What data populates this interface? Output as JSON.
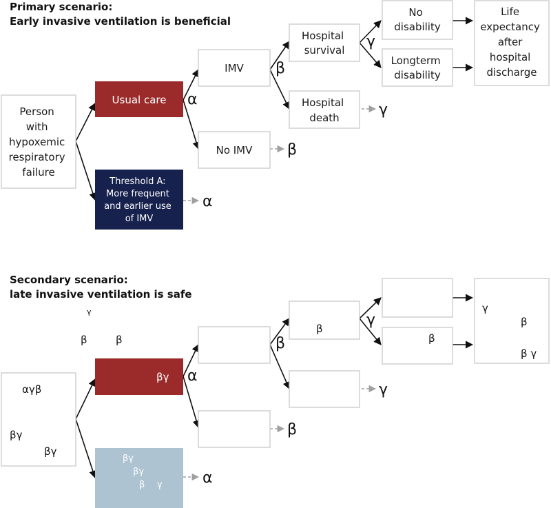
{
  "primary": {
    "heading_line1": "Primary scenario:",
    "heading_line2": "Early invasive ventilation is beneficial",
    "person": [
      "Person",
      "with",
      "hypoxemic",
      "respiratory",
      "failure"
    ],
    "usual_care": "Usual care",
    "threshold": [
      "Threshold A:",
      "More frequent",
      "and earlier use",
      "of IMV"
    ],
    "imv": "IMV",
    "no_imv": "No IMV",
    "hospital_survival": [
      "Hospital",
      "survival"
    ],
    "hospital_death": [
      "Hospital",
      "death"
    ],
    "no_disability": [
      "No",
      "disability"
    ],
    "longterm_disability": [
      "Longterm",
      "disability"
    ],
    "life_expectancy": [
      "Life",
      "expectancy",
      "after",
      "hospital",
      "discharge"
    ],
    "alpha_usual": "α",
    "alpha_threshold": "α",
    "beta_imv": "β",
    "beta_no_imv": "β",
    "gamma_survival": "γ",
    "gamma_death": "γ"
  },
  "secondary": {
    "heading_line1": "Secondary scenario:",
    "heading_line2": "late invasive ventilation is safe",
    "stray_gamma_top": "γ",
    "stray_beta_left": "β",
    "stray_beta_mid": "β",
    "person_sym_top": "αγβ",
    "person_sym_left": "βγ",
    "person_sym_right": "βγ",
    "usual_care_sym": "βγ",
    "blue_sym_1": "βγ",
    "blue_sym_2": "βγ",
    "blue_sym_3": "β",
    "blue_sym_4": "γ",
    "survival_sym": "β",
    "longterm_sym": "β",
    "life_sym_1": "γ",
    "life_sym_2": "β",
    "life_sym_3": "β γ",
    "alpha_usual": "α",
    "alpha_blue": "α",
    "beta_imv": "β",
    "beta_no_imv": "β",
    "gamma_survival": "γ",
    "gamma_death": "γ"
  },
  "colors": {
    "usual_care": "#9b2b2b",
    "threshold": "#16214d",
    "secondary_threshold": "#adc3d1",
    "box_border": "#d0d0d0",
    "dashed_arrow": "#a0a0a0"
  }
}
